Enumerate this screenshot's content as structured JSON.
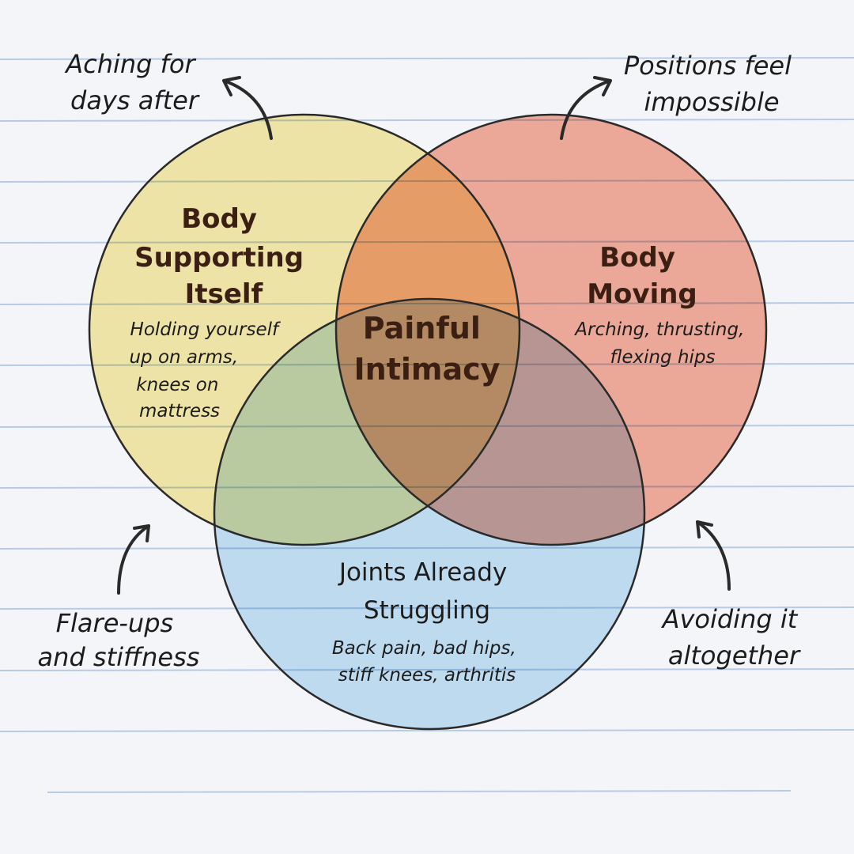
{
  "colors": {
    "yellow": "#f8eba2",
    "red": "#f5a08b",
    "blue": "#b9dcf3",
    "line": "#b7cbe6",
    "ink": "#1c1c1c",
    "title_ink": "#3a1f12"
  },
  "circles": {
    "yellow": {
      "title": [
        "Body",
        "Supporting",
        "Itself"
      ],
      "desc": [
        "Holding yourself",
        "up on arms,",
        "knees on",
        "mattress"
      ]
    },
    "red": {
      "title": [
        "Body",
        "Moving"
      ],
      "desc": [
        "Arching, thrusting,",
        "flexing hips"
      ]
    },
    "blue": {
      "title": [
        "Joints Already",
        "Struggling"
      ],
      "desc": [
        "Back pain, bad hips,",
        "stiff knees, arthritis"
      ]
    }
  },
  "center": [
    "Painful",
    "Intimacy"
  ],
  "annotations": {
    "top_left": [
      "Aching for",
      "days after"
    ],
    "top_right": [
      "Positions feel",
      "impossible"
    ],
    "bottom_left": [
      "Flare-ups",
      "and stiffness"
    ],
    "bottom_right": [
      "Avoiding it",
      "altogether"
    ]
  }
}
